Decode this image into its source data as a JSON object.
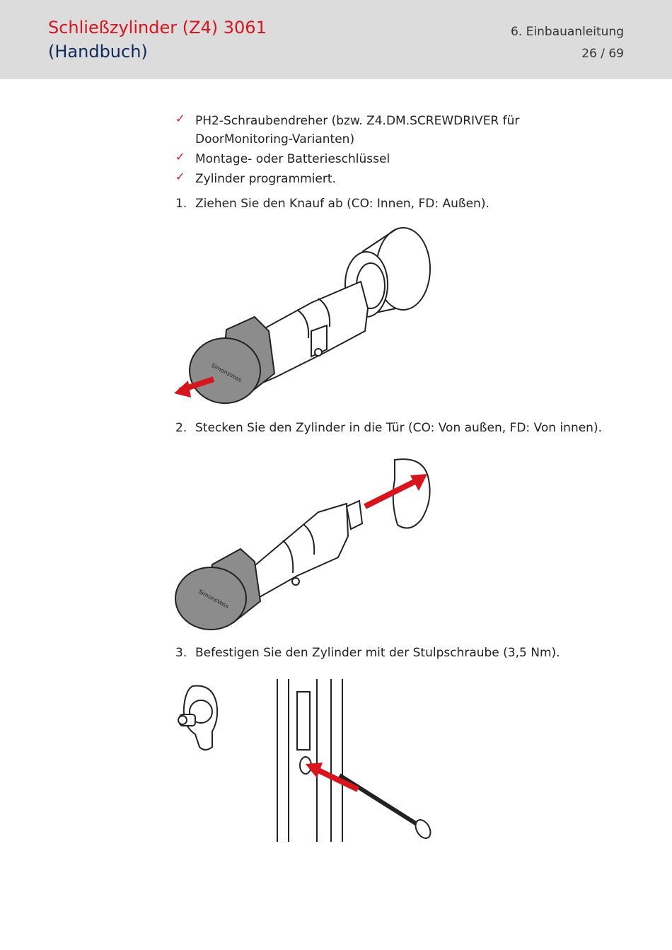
{
  "header": {
    "title_line1": "Schließzylinder (Z4) 3061",
    "title_line2": "(Handbuch)",
    "chapter": "6. Einbauanleitung",
    "page": "26 / 69"
  },
  "requirements": [
    {
      "text": "PH2-Schraubendreher (bzw. Z4.DM.SCREWDRIVER für DoorMonitoring-Varianten)"
    },
    {
      "text": "Montage- oder Batterieschlüssel"
    },
    {
      "text": "Zylinder programmiert."
    }
  ],
  "check_symbol": "✓",
  "steps": [
    {
      "number": "1.",
      "text": "Ziehen Sie den Knauf ab (CO: Innen, FD: Außen)."
    },
    {
      "number": "2.",
      "text": "Stecken Sie den Zylinder in die Tür (CO: Von außen, FD: Von innen)."
    },
    {
      "number": "3.",
      "text": "Befestigen Sie den Zylinder mit der Stulpschraube (3,5 Nm)."
    }
  ],
  "brand_mark": "SimonsVoss",
  "colors": {
    "accent_red": "#d8141c",
    "title_blue": "#0e2a58",
    "knob_gray": "#8c8c8c",
    "header_bg": "#dcdcdd"
  }
}
